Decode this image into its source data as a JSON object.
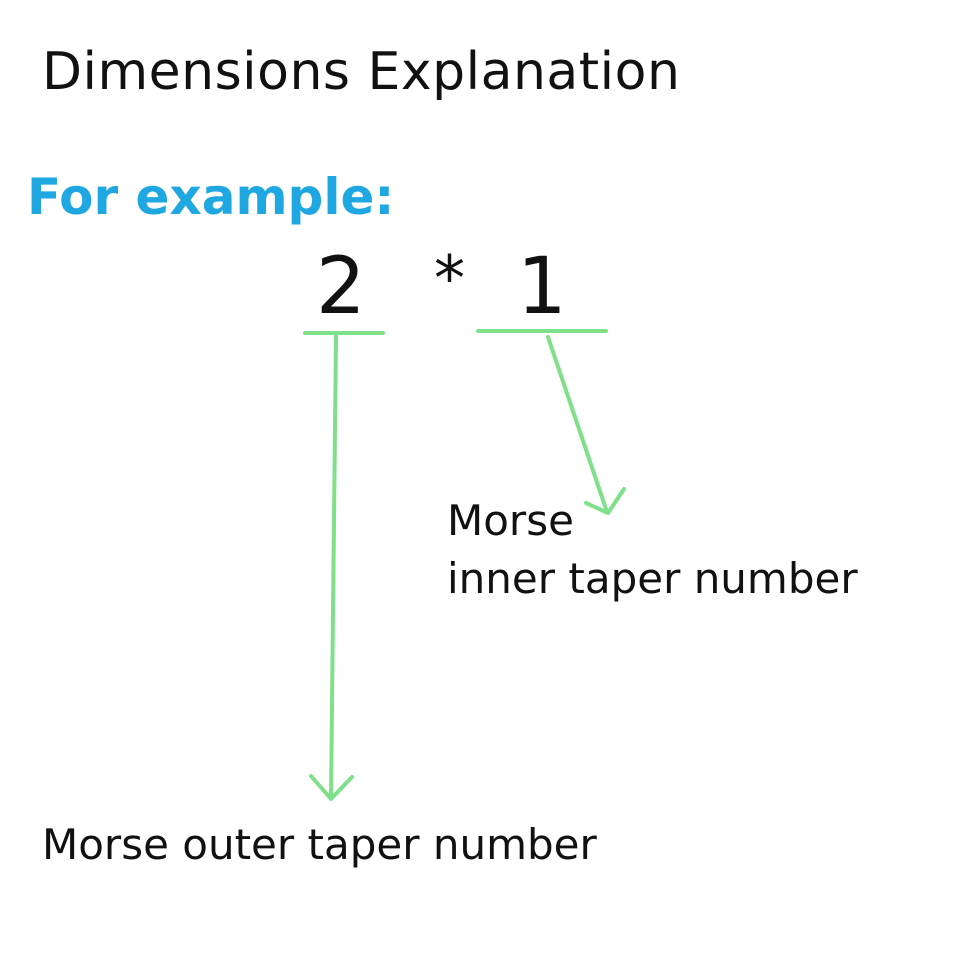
{
  "title": "Dimensions Explanation",
  "example_label": "For example:",
  "formula": {
    "outer_number": "2",
    "separator": "*",
    "inner_number": "1"
  },
  "labels": {
    "inner_line1": "Morse",
    "inner_line2": "inner taper number",
    "outer": "Morse outer taper number"
  },
  "colors": {
    "accent_text": "#1ea7e1",
    "connector": "#7fe08a",
    "text": "#111111"
  },
  "icons": {
    "outer_arrow": "arrow-down-icon",
    "inner_arrow": "arrow-down-right-icon"
  }
}
